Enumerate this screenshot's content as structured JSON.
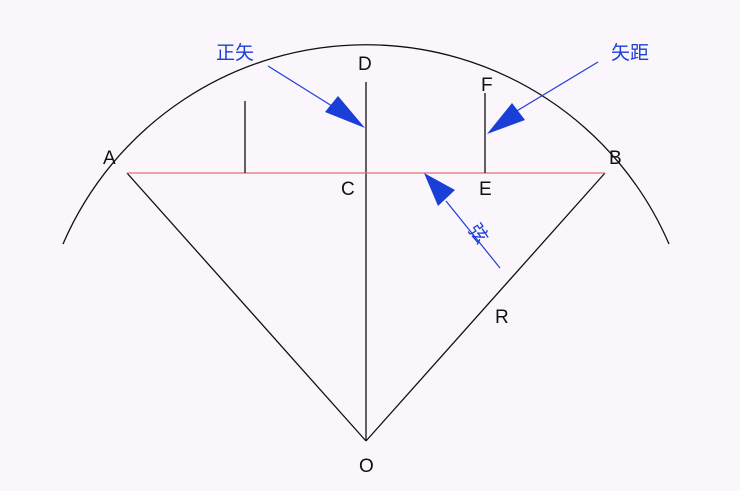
{
  "points": {
    "A": "A",
    "B": "B",
    "C": "C",
    "D": "D",
    "E": "E",
    "F": "F",
    "O": "O",
    "R": "R"
  },
  "annotations": {
    "sagitta": "正矢",
    "offset": "矢距",
    "chord": "弦"
  },
  "colors": {
    "background": "#fbf6fb",
    "line": "#111111",
    "chord": "#e07070",
    "annotation": "#1a3fd6"
  }
}
